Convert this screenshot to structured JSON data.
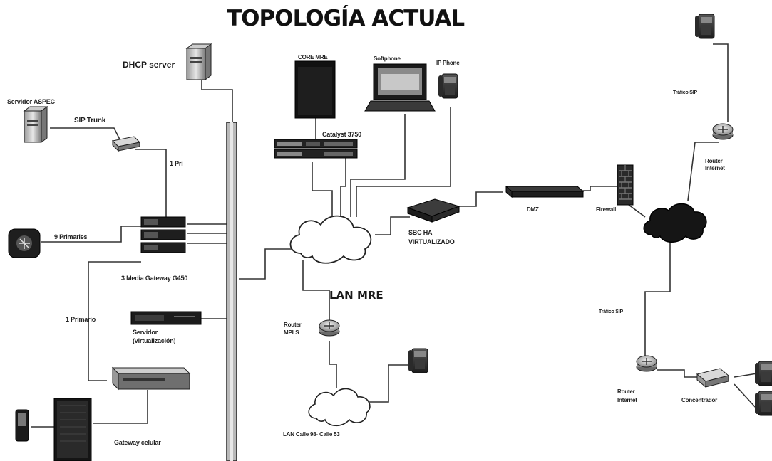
{
  "title": "TOPOLOGÍA ACTUAL",
  "labels": {
    "dhcp_server": "DHCP server",
    "servidor_aspec": "Servidor ASPEC",
    "sip_trunk": "SIP Trunk",
    "one_pri_a": "1 Pri",
    "nine_primaries": "9 Primaries",
    "media_gateway": "3 Media Gateway G450",
    "one_primario": "1 Primario",
    "servidor": "Servidor",
    "virtualizacion": "(virtualización)",
    "gateway_celular": "Gateway celular",
    "core_mre": "CORE MRE",
    "softphone": "Softphone",
    "ip_phone": "IP Phone",
    "catalyst": "Catalyst 3750",
    "sbc_ha": "SBC HA",
    "virtualizado": "VIRTUALIZADO",
    "dmz": "DMZ",
    "firewall": "Firewall",
    "lan_mre": "LAN MRE",
    "router_mpls": "Router",
    "mpls": "MPLS",
    "lan_calle": "LAN Calle 98- Calle 53",
    "trafico_sip_top": "Tráfico SIP",
    "router_top_a": "Router",
    "router_top_b": "Internet",
    "trafico_sip_bottom": "Tráfico SIP",
    "router_bottom_a": "Router",
    "router_bottom_b": "Internet",
    "concentrador": "Concentrador"
  },
  "icons": {
    "server": "server-icon",
    "phone": "desk-phone-icon",
    "router": "router-icon",
    "cloud": "cloud-icon",
    "switch": "switch-icon",
    "firewall": "firewall-icon"
  },
  "colors": {
    "line": "#333333",
    "device_dark": "#1e1e1e",
    "device_mid": "#6b6b6b",
    "device_light": "#bdbdbd"
  }
}
